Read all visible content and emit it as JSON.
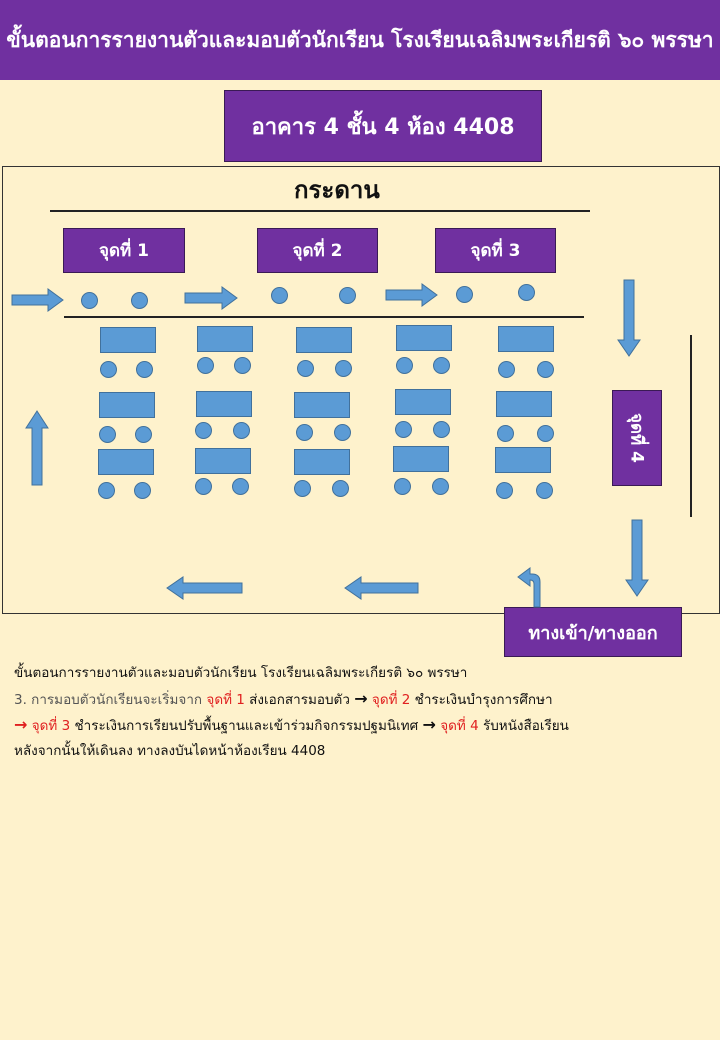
{
  "header": {
    "title": "ขั้นตอนการรายงานตัวและมอบตัวนักเรียน โรงเรียนเฉลิมพระเกียรติ ๖๐ พรรษา"
  },
  "location": {
    "label": "อาคาร 4 ชั้น 4 ห้อง 4408"
  },
  "room": {
    "board_label": "กระดาน",
    "stations": [
      "จุดที่ 1",
      "จุดที่ 2",
      "จุดที่ 3",
      "จุดที่ 4"
    ],
    "exit_label": "ทางเข้า/ทางออก"
  },
  "instructions": {
    "heading": "ขั้นตอนการรายงานตัวและมอบตัวนักเรียน โรงเรียนเฉลิมพระเกียรติ ๖๐ พรรษา",
    "step_prefix": "3. การมอบตัวนักเรียนจะเริ่มจาก",
    "s1": "จุดที่ 1",
    "d1": "ส่งเอกสารมอบตัว",
    "s2": "จุดที่ 2",
    "d2": "ชำระเงินบำรุงการศึกษา",
    "s3": "จุดที่ 3",
    "d3": "ชำระเงินการเรียนปรับพื้นฐานและเข้าร่วมกิจกรรมปฐมนิเทศ",
    "s4": "จุดที่ 4",
    "d4": "รับหนังสือเรียน",
    "closing": "หลังจากนั้นให้เดินลง ทางลงบันไดหน้าห้องเรียน 4408",
    "arrow_glyph": "→"
  },
  "colors": {
    "header_bg": "#7030a0",
    "background": "#fef2cc",
    "furniture": "#5b9bd5",
    "highlight_red": "#e02020"
  }
}
